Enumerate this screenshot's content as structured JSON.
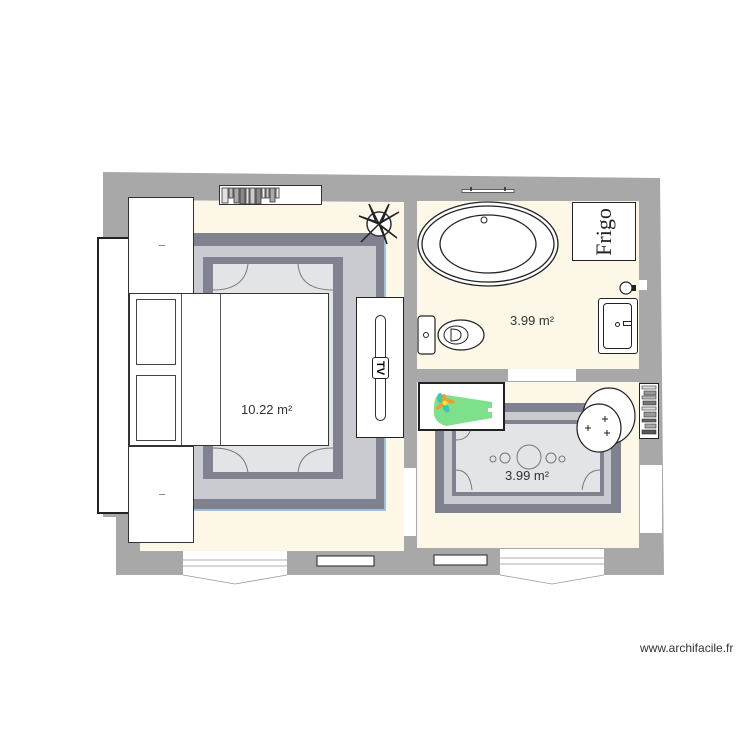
{
  "plan": {
    "rooms": [
      {
        "id": "bedroom",
        "area_label": "10.22 m²"
      },
      {
        "id": "bathroom",
        "area_label": "3.99 m²"
      },
      {
        "id": "dressing",
        "area_label": "3.99 m²"
      }
    ],
    "furniture": {
      "fridge_label": "Frigo",
      "tv_label": "TV"
    },
    "colors": {
      "wall": "#a8a8a8",
      "floor": "#fcf7e6",
      "rug_outer": "#80838f",
      "rug_mid": "#c9cbd0",
      "rug_inner": "#e3e4e7",
      "plant_green": "#7ee08a"
    }
  },
  "footer": {
    "watermark": "www.archifacile.fr"
  }
}
